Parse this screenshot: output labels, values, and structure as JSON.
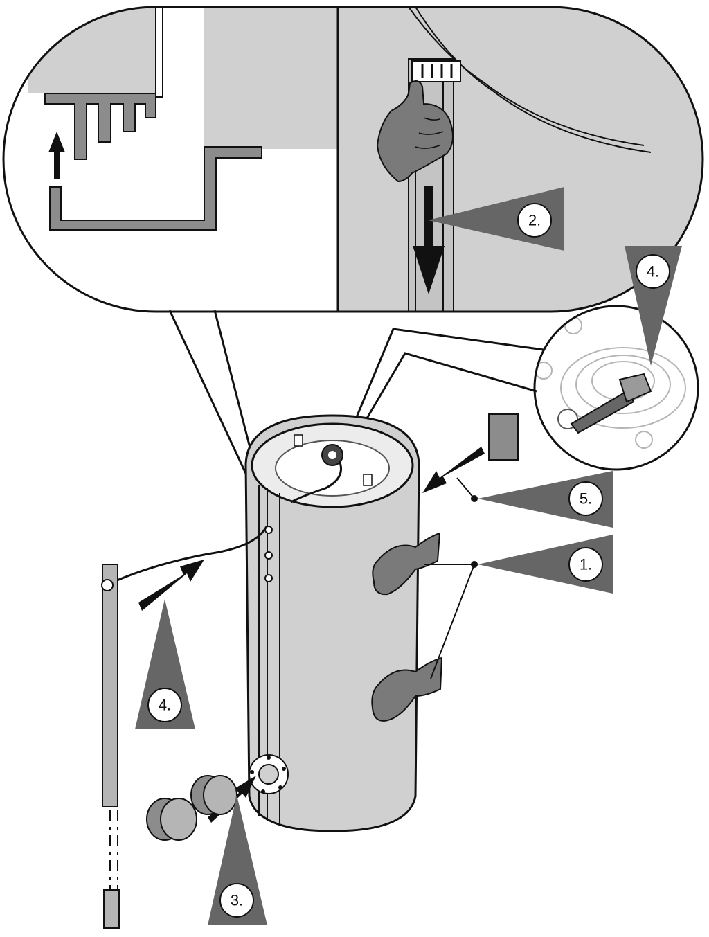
{
  "steps": {
    "step1": "1.",
    "step2": "2.",
    "step3": "3.",
    "step4_left": "4.",
    "step4_detail": "4.",
    "step5": "5."
  },
  "colors": {
    "panel_gray": "#d0d0d0",
    "dark_gray": "#666666",
    "mid_gray": "#8c8c8c",
    "outline": "#111111",
    "label_circle": "#ffffff"
  }
}
